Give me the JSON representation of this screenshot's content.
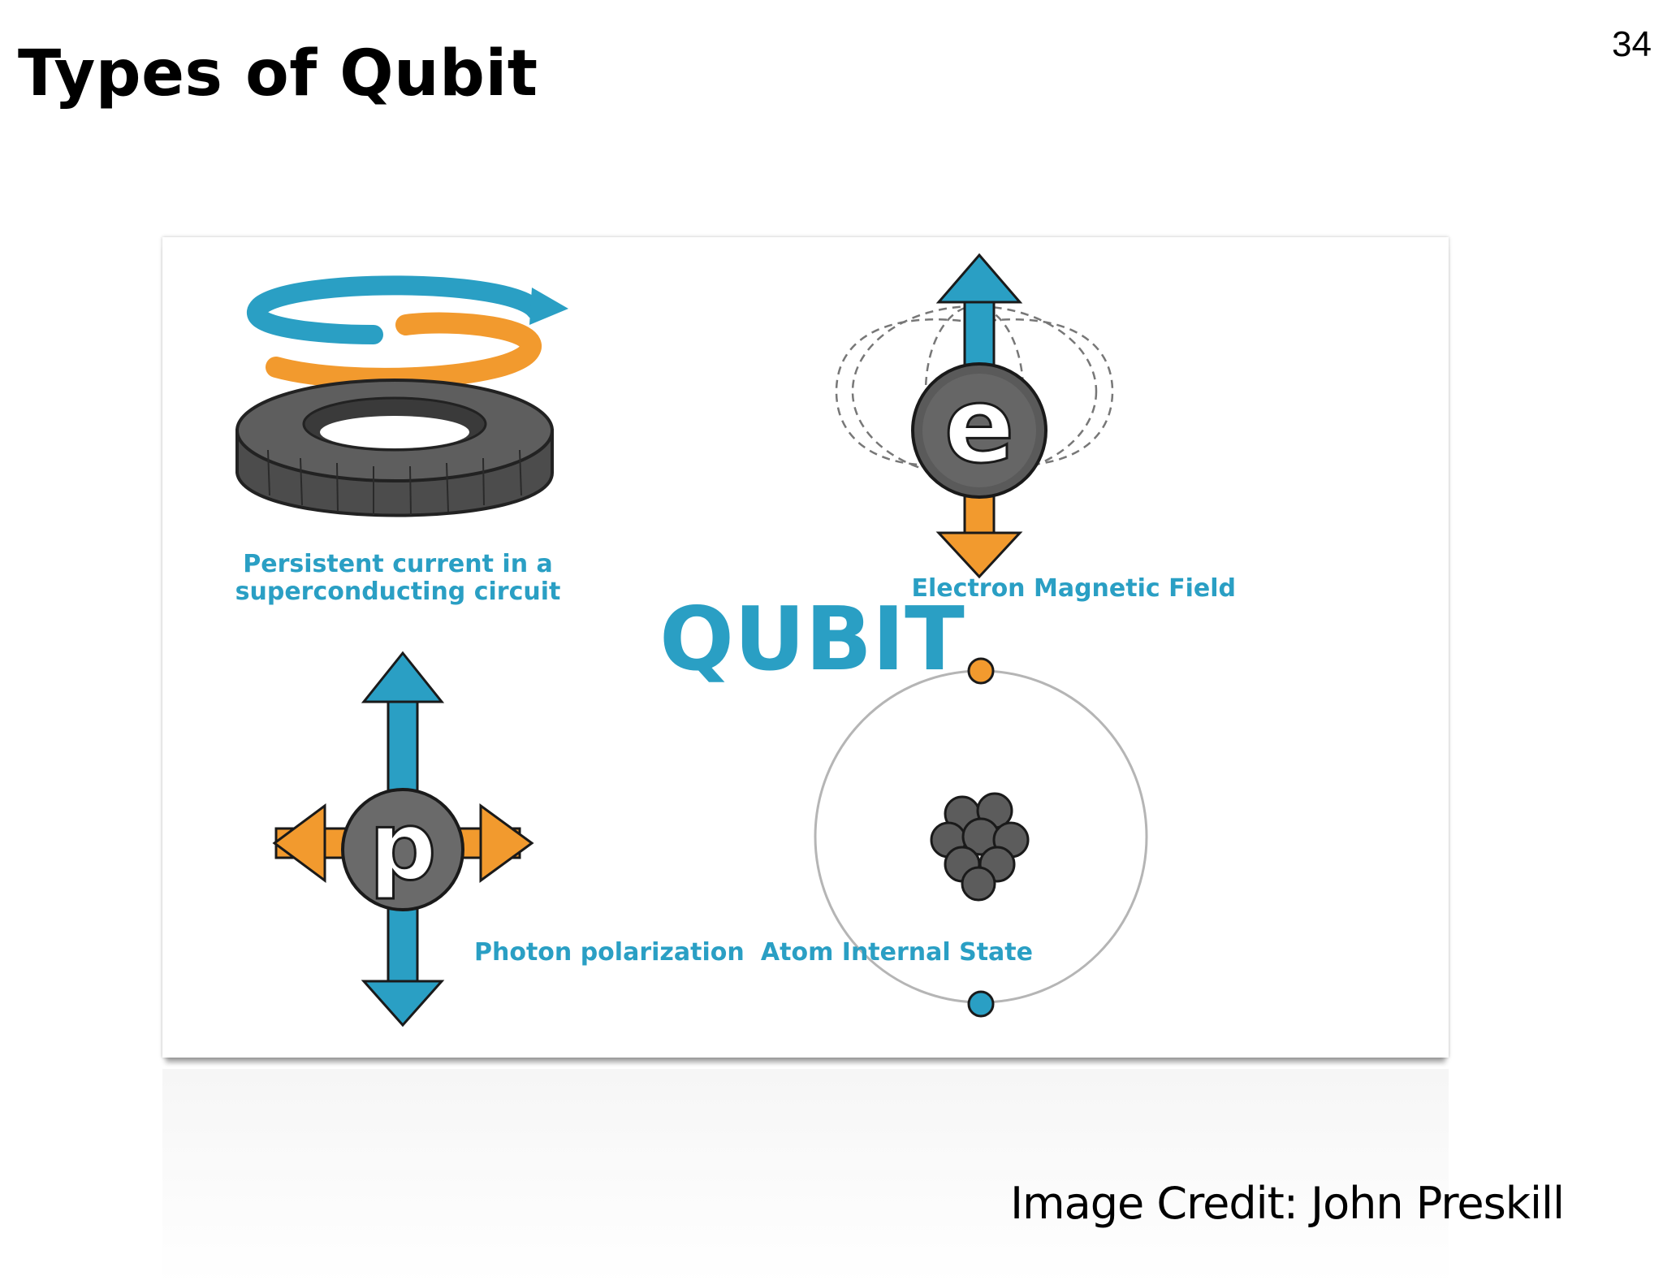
{
  "slide": {
    "title": "Types of Qubit",
    "page_number": "34"
  },
  "figure": {
    "center_label": "QUBIT",
    "labels": {
      "superconducting_line1": "Persistent current in a",
      "superconducting_line2": "superconducting circuit",
      "electron": "Electron Magnetic Field",
      "photon": "Photon polarization",
      "atom": "Atom Internal State"
    },
    "glyphs": {
      "electron": "e",
      "photon": "p"
    },
    "icons": [
      "superconducting-ring-icon",
      "electron-spin-icon",
      "photon-polarization-icon",
      "atom-orbit-icon"
    ],
    "colors": {
      "blue": "#2a9fc4",
      "orange": "#f29a2e",
      "dark_gray": "#555555"
    }
  },
  "credit": "Image Credit: John Preskill"
}
